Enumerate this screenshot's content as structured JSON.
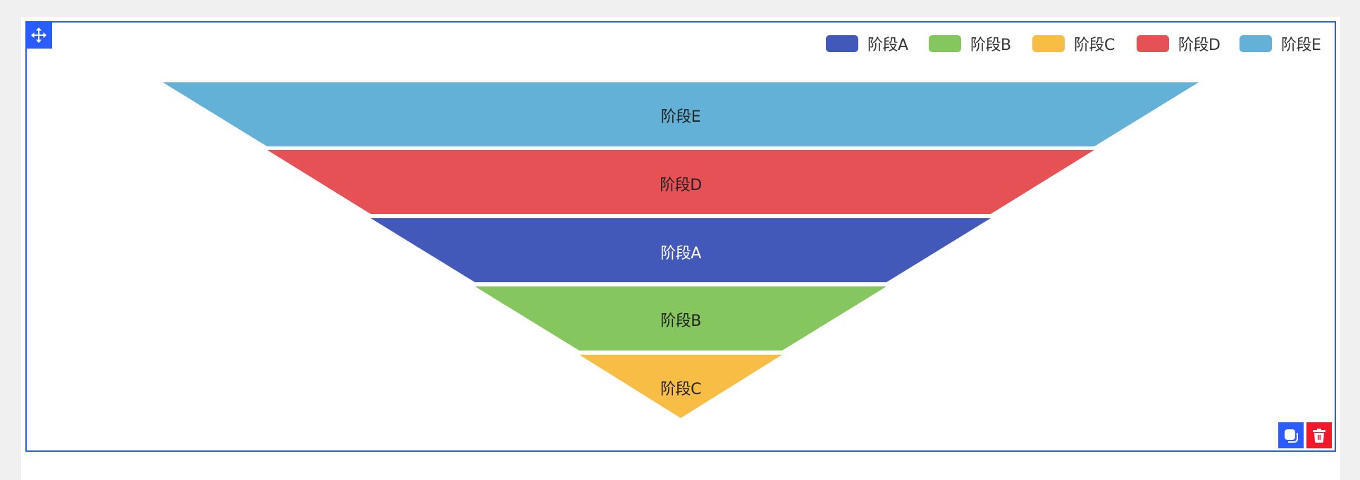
{
  "widget": {
    "move_icon": "move-arrows-icon",
    "copy_icon": "copy-icon",
    "delete_icon": "trash-icon",
    "border_color": "#2f5fe0",
    "handle_color": "#2b5cff",
    "delete_color": "#f5182a"
  },
  "legend": {
    "items": [
      {
        "label": "阶段A",
        "color": "#4359ba"
      },
      {
        "label": "阶段B",
        "color": "#85c65f"
      },
      {
        "label": "阶段C",
        "color": "#f8bd45"
      },
      {
        "label": "阶段D",
        "color": "#e65156"
      },
      {
        "label": "阶段E",
        "color": "#63b1d7"
      }
    ]
  },
  "funnel": {
    "segments": [
      {
        "label": "阶段E",
        "color": "#63b1d7",
        "text_color": "#222222"
      },
      {
        "label": "阶段D",
        "color": "#e65156",
        "text_color": "#222222"
      },
      {
        "label": "阶段A",
        "color": "#4359ba",
        "text_color": "#ffffff"
      },
      {
        "label": "阶段B",
        "color": "#85c65f",
        "text_color": "#222222"
      },
      {
        "label": "阶段C",
        "color": "#f8bd45",
        "text_color": "#222222"
      }
    ]
  },
  "chart_data": {
    "type": "funnel",
    "title": "",
    "categories": [
      "阶段E",
      "阶段D",
      "阶段A",
      "阶段B",
      "阶段C"
    ],
    "values": [
      100,
      80,
      60,
      40,
      20
    ],
    "sort": "descending",
    "legend": [
      "阶段A",
      "阶段B",
      "阶段C",
      "阶段D",
      "阶段E"
    ],
    "legend_position": "top-right",
    "colors": {
      "阶段A": "#4359ba",
      "阶段B": "#85c65f",
      "阶段C": "#f8bd45",
      "阶段D": "#e65156",
      "阶段E": "#63b1d7"
    },
    "label_position": "inside"
  }
}
